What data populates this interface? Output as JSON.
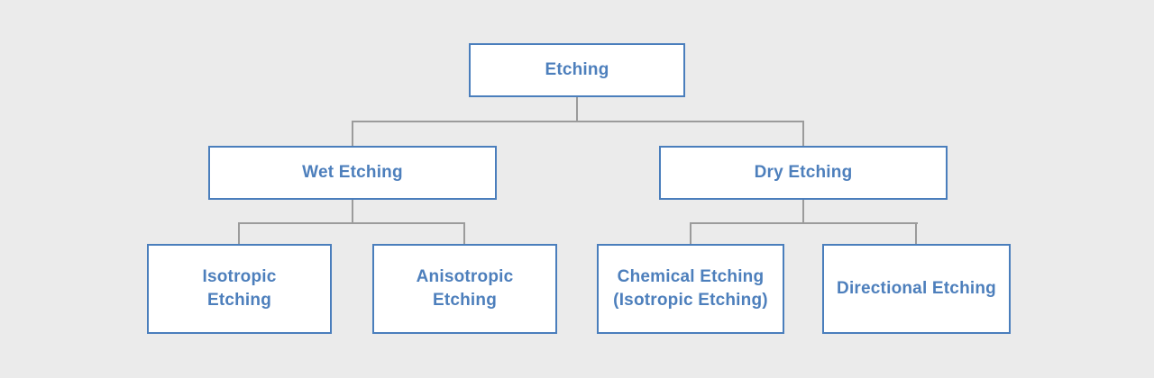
{
  "colors": {
    "background": "#ebebeb",
    "box_fill": "#ffffff",
    "box_border": "#4a7ebc",
    "label_text": "#4d7fbc",
    "connector": "#9b9b9b"
  },
  "tree": {
    "root": {
      "label": "Etching"
    },
    "branches": [
      {
        "label": "Wet Etching",
        "children": [
          {
            "label": "Isotropic\nEtching"
          },
          {
            "label": "Anisotropic\nEtching"
          }
        ]
      },
      {
        "label": "Dry Etching",
        "children": [
          {
            "label": "Chemical Etching\n(Isotropic Etching)"
          },
          {
            "label": "Directional Etching"
          }
        ]
      }
    ]
  }
}
